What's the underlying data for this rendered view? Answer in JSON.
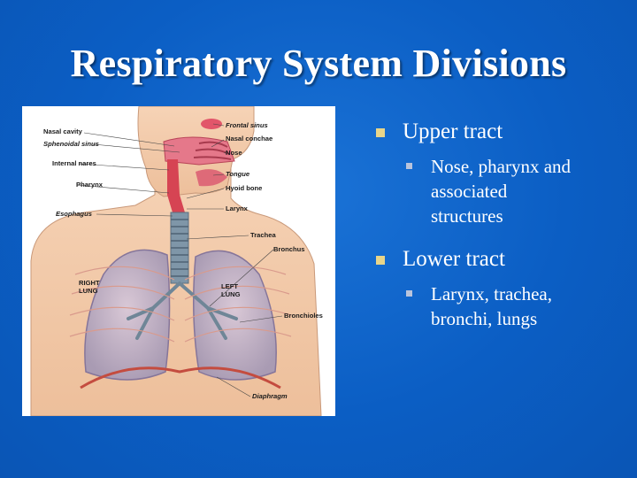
{
  "slide": {
    "title": "Respiratory System Divisions",
    "colors": {
      "background": "#0b5ec4",
      "bullet_l1": "#e8d58a",
      "bullet_l2": "#b9c4dc",
      "text": "#ffffff"
    }
  },
  "figure": {
    "labels": {
      "frontal_sinus": "Frontal sinus",
      "nasal_cavity": "Nasal cavity",
      "nasal_conchae": "Nasal conchae",
      "sphenoidal_sinus": "Sphenoidal sinus",
      "nose": "Nose",
      "internal_nares": "Internal nares",
      "tongue": "Tongue",
      "pharynx": "Pharynx",
      "hyoid_bone": "Hyoid bone",
      "larynx": "Larynx",
      "esophagus": "Esophagus",
      "trachea": "Trachea",
      "bronchus": "Bronchus",
      "right_lung_1": "RIGHT",
      "right_lung_2": "LUNG",
      "left_lung_1": "LEFT",
      "left_lung_2": "LUNG",
      "bronchioles": "Bronchioles",
      "diaphragm": "Diaphragm"
    }
  },
  "bullets": [
    {
      "text": "Upper tract",
      "sub": [
        "Nose, pharynx and",
        "associated",
        "structures"
      ]
    },
    {
      "text": "Lower tract",
      "sub": [
        "Larynx, trachea,",
        "bronchi, lungs"
      ]
    }
  ]
}
